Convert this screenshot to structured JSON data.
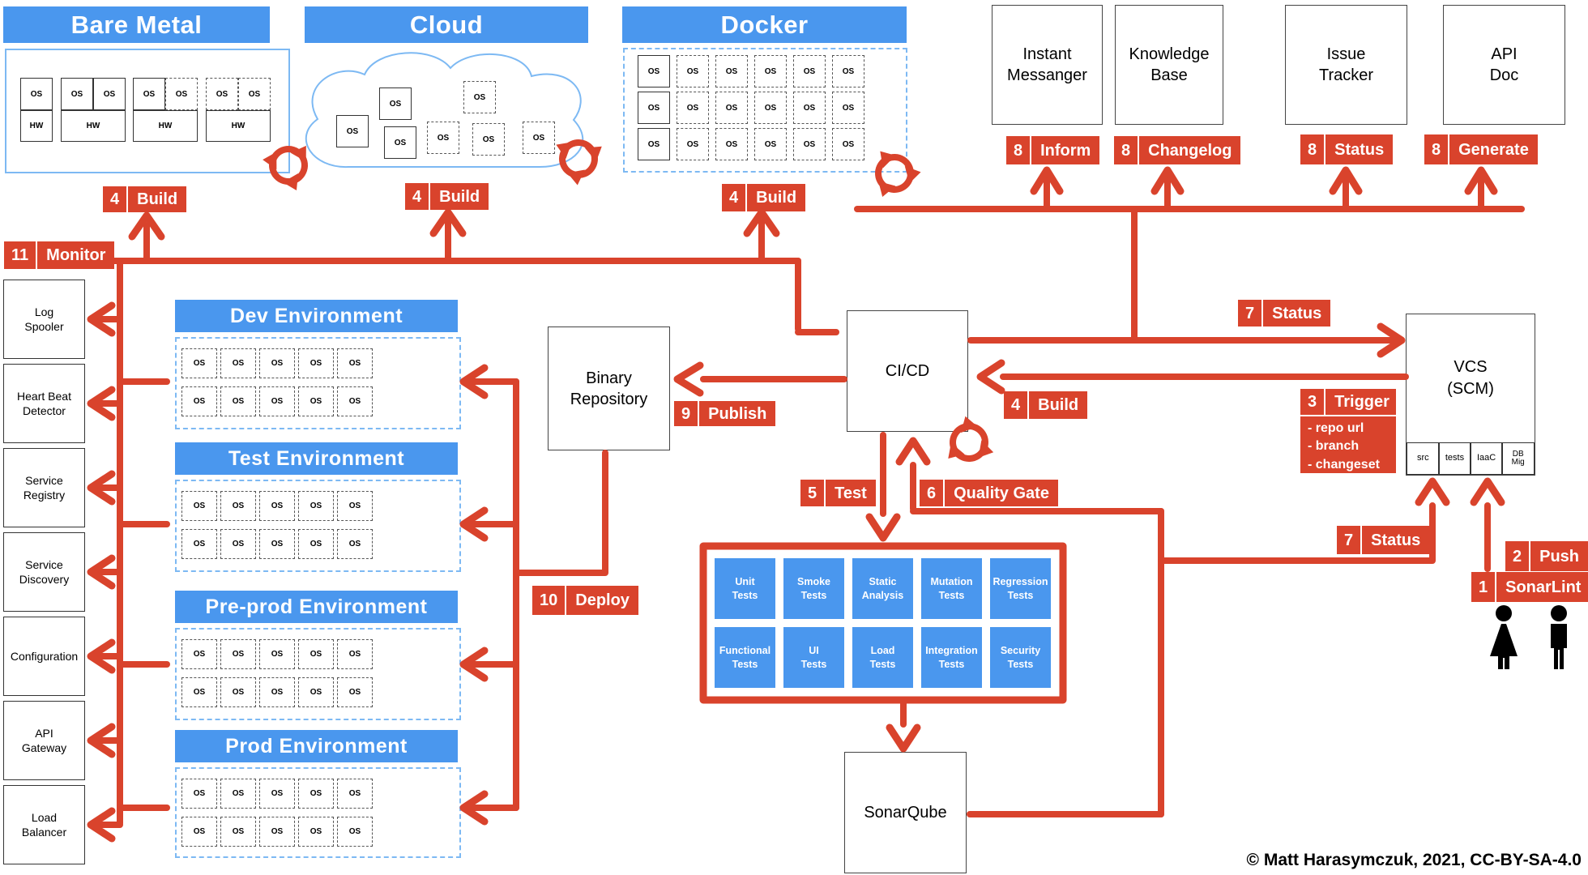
{
  "colors": {
    "blue": "#4a97ee",
    "light_blue": "#7db9f3",
    "red": "#d9432c",
    "box_border": "#333333"
  },
  "labels": {
    "os": "OS",
    "hw": "HW"
  },
  "infrastructure": {
    "bare_metal": {
      "title": "Bare Metal"
    },
    "cloud": {
      "title": "Cloud"
    },
    "docker": {
      "title": "Docker"
    }
  },
  "top_services": [
    {
      "label": "Instant\nMessanger",
      "badge": {
        "num": "8",
        "label": "Inform"
      }
    },
    {
      "label": "Knowledge\nBase",
      "badge": {
        "num": "8",
        "label": "Changelog"
      }
    },
    {
      "label": "Issue\nTracker",
      "badge": {
        "num": "8",
        "label": "Status"
      }
    },
    {
      "label": "API\nDoc",
      "badge": {
        "num": "8",
        "label": "Generate"
      }
    }
  ],
  "sidebar": {
    "badge": {
      "num": "11",
      "label": "Monitor"
    },
    "items": [
      "Log\nSpooler",
      "Heart Beat\nDetector",
      "Service\nRegistry",
      "Service\nDiscovery",
      "Configuration",
      "API\nGateway",
      "Load\nBalancer"
    ]
  },
  "environments": [
    {
      "title": "Dev Environment"
    },
    {
      "title": "Test Environment"
    },
    {
      "title": "Pre-prod Environment"
    },
    {
      "title": "Prod Environment"
    }
  ],
  "pipeline": {
    "binary_repository": "Binary\nRepository",
    "cicd": "CI/CD",
    "vcs": {
      "title": "VCS\n(SCM)",
      "compartments": [
        "src",
        "tests",
        "IaaC",
        "DB\nMig"
      ]
    },
    "sonarqube": "SonarQube"
  },
  "badges": {
    "build_bare_metal": {
      "num": "4",
      "label": "Build"
    },
    "build_cloud": {
      "num": "4",
      "label": "Build"
    },
    "build_docker": {
      "num": "4",
      "label": "Build"
    },
    "build_cicd": {
      "num": "4",
      "label": "Build"
    },
    "publish": {
      "num": "9",
      "label": "Publish"
    },
    "deploy": {
      "num": "10",
      "label": "Deploy"
    },
    "test": {
      "num": "5",
      "label": "Test"
    },
    "quality_gate": {
      "num": "6",
      "label": "Quality Gate"
    },
    "trigger": {
      "num": "3",
      "label": "Trigger",
      "details": "- repo url\n- branch\n- changeset"
    },
    "status_cicd_to_vcs": {
      "num": "7",
      "label": "Status"
    },
    "status_to_vcs_bottom": {
      "num": "7",
      "label": "Status"
    },
    "push": {
      "num": "2",
      "label": "Push"
    },
    "sonarlint": {
      "num": "1",
      "label": "SonarLint"
    }
  },
  "tests": {
    "items": [
      "Unit\nTests",
      "Smoke\nTests",
      "Static\nAnalysis",
      "Mutation\nTests",
      "Regression\nTests",
      "Functional\nTests",
      "UI\nTests",
      "Load\nTests",
      "Integration\nTests",
      "Security\nTests"
    ]
  },
  "footer": {
    "copyright": "© Matt Harasymczuk, 2021, CC-BY-SA-4.0"
  }
}
